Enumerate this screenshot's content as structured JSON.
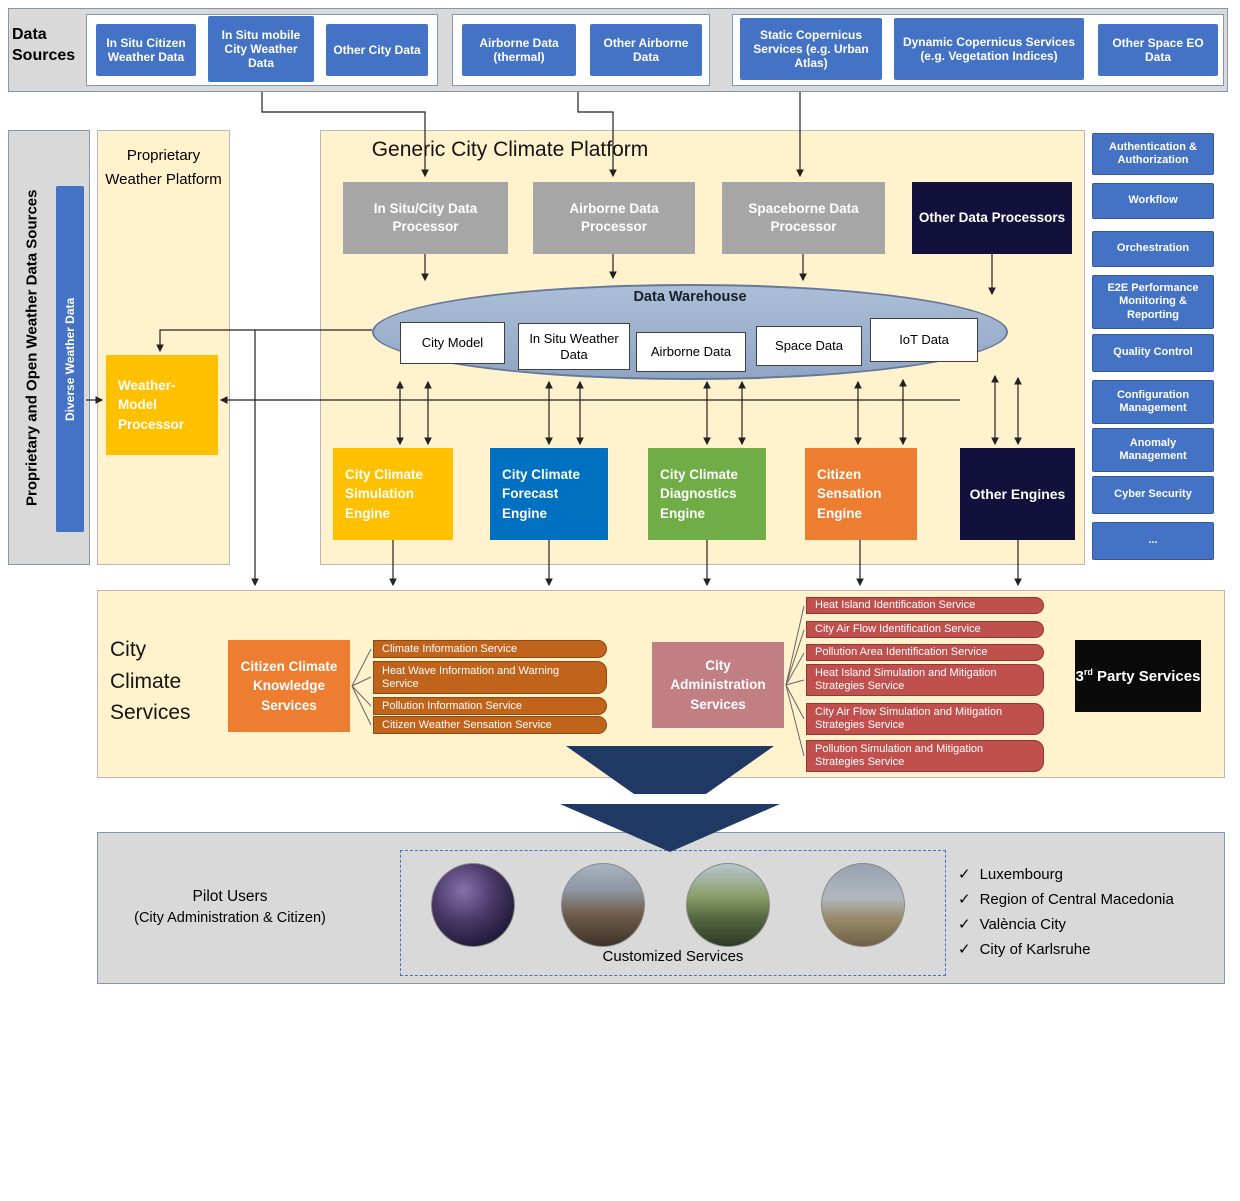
{
  "colors": {
    "blue_box": "#4472C4",
    "cream_panel": "#FFF2CC",
    "gray_processor": "#A6A6A6",
    "dark_navy": "#12113B",
    "yellow_engine": "#FFC000",
    "blue_engine": "#0070C0",
    "green_engine": "#70AD47",
    "orange_engine": "#ED7D31",
    "brown_pill": "#C0641C",
    "red_pill": "#C0504D",
    "rose_box": "#C17F84",
    "warehouse_fill": "#9DB3D0",
    "big_arrow": "#1F3864",
    "band_gray": "#D9D9D9"
  },
  "data_sources": {
    "label": "Data Sources",
    "group1": [
      "In Situ Citizen Weather Data",
      "In Situ mobile City Weather Data",
      "Other City Data"
    ],
    "group2": [
      "Airborne Data (thermal)",
      "Other Airborne Data"
    ],
    "group3": [
      "Static Copernicus Services (e.g. Urban Atlas)",
      "Dynamic Copernicus Services (e.g. Vegetation Indices)",
      "Other Space EO Data"
    ]
  },
  "left_rail": {
    "outer_label": "Proprietary and Open Weather Data Sources",
    "inner_label": "Diverse Weather Data"
  },
  "proprietary_platform": {
    "title": "Proprietary Weather Platform",
    "weather_model_processor": "Weather-Model Processor"
  },
  "platform": {
    "title": "Generic City Climate Platform",
    "processors": [
      "In Situ/City Data Processor",
      "Airborne Data Processor",
      "Spaceborne Data Processor",
      "Other Data Processors"
    ],
    "warehouse": {
      "title": "Data Warehouse",
      "stores": [
        "City Model",
        "In Situ Weather Data",
        "Airborne Data",
        "Space Data",
        "IoT Data"
      ]
    },
    "engines": [
      "City Climate Simulation Engine",
      "City Climate Forecast Engine",
      "City Climate Diagnostics Engine",
      "Citizen Sensation Engine",
      "Other Engines"
    ]
  },
  "right_rail": {
    "items": [
      "Authentication & Authorization",
      "Workflow",
      "Orchestration",
      "E2E Performance Monitoring & Reporting",
      "Quality Control",
      "Configuration Management",
      "Anomaly Management",
      "Cyber Security",
      "..."
    ]
  },
  "services": {
    "title": "City Climate Services",
    "citizen_knowledge_box": "Citizen Climate Knowledge Services",
    "citizen_pills": [
      "Climate Information Service",
      "Heat Wave Information and Warning Service",
      "Pollution Information Service",
      "Citizen Weather Sensation Service"
    ],
    "admin_box": "City Administration Services",
    "admin_pills": [
      "Heat Island Identification Service",
      "City Air Flow Identification Service",
      "Pollution Area Identification Service",
      "Heat Island Simulation and Mitigation Strategies Service",
      "City Air Flow Simulation and Mitigation Strategies Service",
      "Pollution Simulation and Mitigation Strategies Service"
    ],
    "third_party": {
      "prefix": "3",
      "sup": "rd",
      "rest": " Party Services"
    }
  },
  "pilot": {
    "title": "Pilot Users",
    "subtitle": "(City Administration & Citizen)",
    "customized_label": "Customized Services",
    "check_glyph": "✓",
    "checklist": [
      "Luxembourg",
      "Region of Central Macedonia",
      "València City",
      "City of Karlsruhe"
    ],
    "photos": [
      "Luxembourg night cityscape",
      "city street with people",
      "city street with trees",
      "Karlsruhe palace"
    ]
  }
}
